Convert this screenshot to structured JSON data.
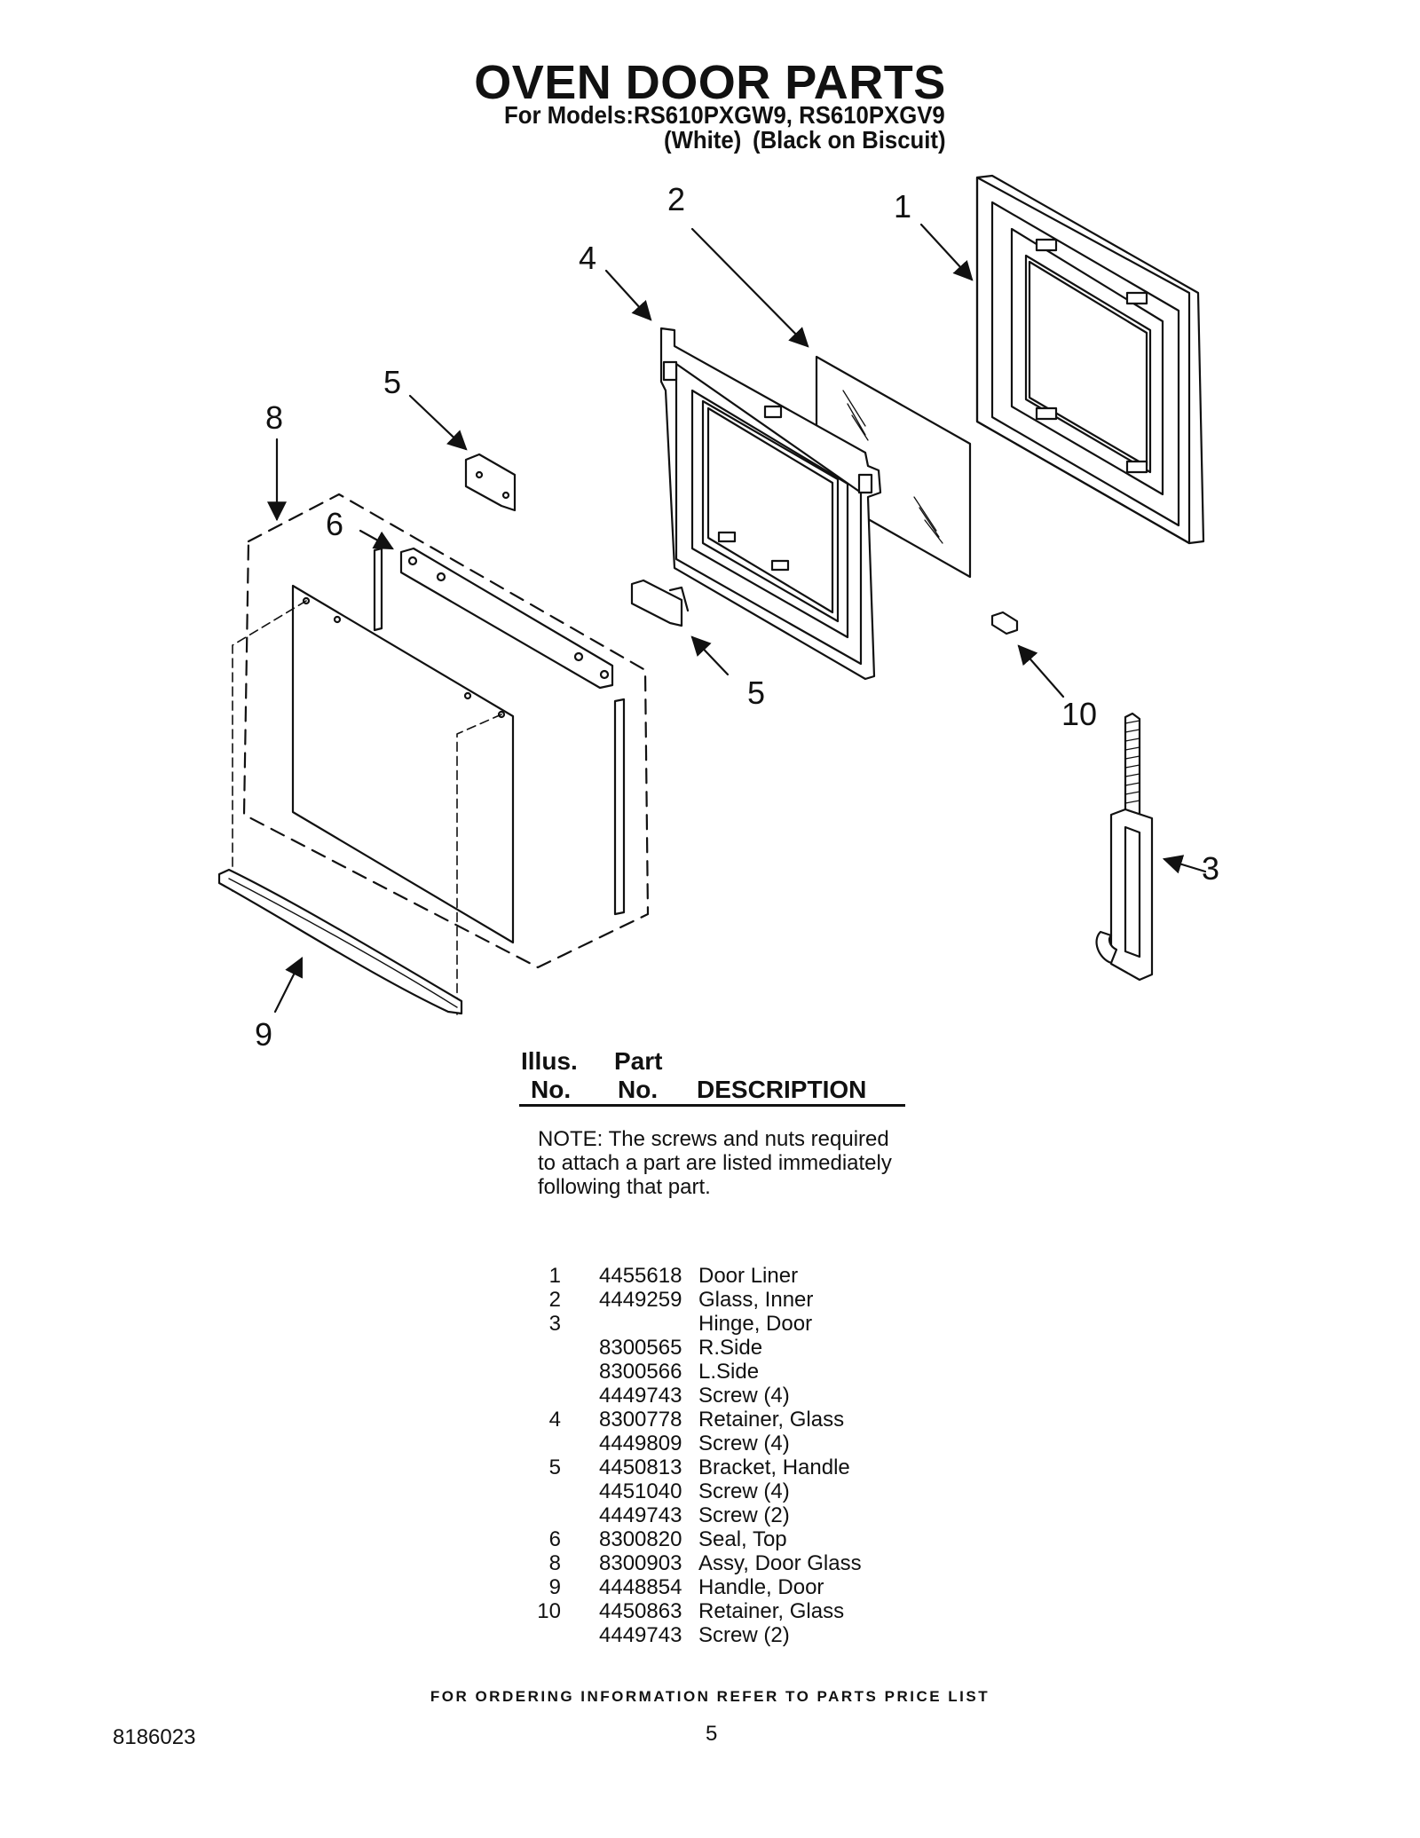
{
  "header": {
    "title": "OVEN DOOR PARTS",
    "models_line": "For Models:RS610PXGW9, RS610PXGV9",
    "color_white": "(White)",
    "color_black": "(Black on Biscuit)"
  },
  "diagram": {
    "callouts": {
      "c1": "1",
      "c2": "2",
      "c3": "3",
      "c4": "4",
      "c5a": "5",
      "c5b": "5",
      "c6": "6",
      "c8": "8",
      "c9": "9",
      "c10": "10"
    }
  },
  "parts_table": {
    "header_illus_1": "Illus.",
    "header_illus_2": "No.",
    "header_part_1": "Part",
    "header_part_2": "No.",
    "header_desc": "DESCRIPTION",
    "note": "NOTE: The screws and nuts required to attach a part are listed immediately following that part.",
    "rows": [
      {
        "illus": "1",
        "part": "4455618",
        "desc": "Door Liner"
      },
      {
        "illus": "2",
        "part": "4449259",
        "desc": "Glass, Inner"
      },
      {
        "illus": "3",
        "part": "",
        "desc": "Hinge, Door"
      },
      {
        "illus": "",
        "part": "8300565",
        "desc": "R.Side"
      },
      {
        "illus": "",
        "part": "8300566",
        "desc": "L.Side"
      },
      {
        "illus": "",
        "part": "4449743",
        "desc": "Screw (4)"
      },
      {
        "illus": "4",
        "part": "8300778",
        "desc": "Retainer, Glass"
      },
      {
        "illus": "",
        "part": "4449809",
        "desc": "Screw (4)"
      },
      {
        "illus": "5",
        "part": "4450813",
        "desc": "Bracket, Handle"
      },
      {
        "illus": "",
        "part": "4451040",
        "desc": "Screw (4)"
      },
      {
        "illus": "",
        "part": "4449743",
        "desc": "Screw (2)"
      },
      {
        "illus": "6",
        "part": "8300820",
        "desc": "Seal, Top"
      },
      {
        "illus": "8",
        "part": "8300903",
        "desc": "Assy, Door Glass"
      },
      {
        "illus": "9",
        "part": "4448854",
        "desc": "Handle, Door"
      },
      {
        "illus": "10",
        "part": "4450863",
        "desc": "Retainer, Glass"
      },
      {
        "illus": "",
        "part": "4449743",
        "desc": "Screw (2)"
      }
    ]
  },
  "footer": {
    "ordering_info": "FOR ORDERING INFORMATION REFER TO PARTS PRICE LIST",
    "doc_number": "8186023",
    "page_number": "5"
  }
}
